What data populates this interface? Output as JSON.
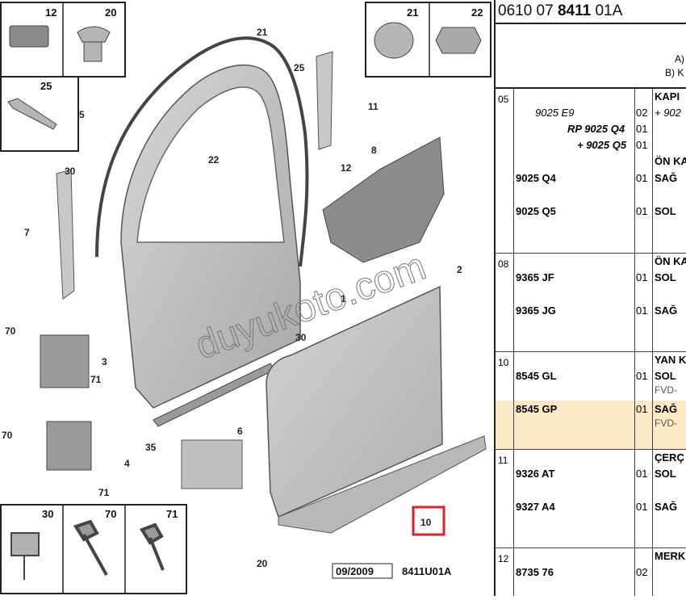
{
  "doc_ref": {
    "prefix": "0610 07",
    "bold": "8411",
    "suffix": "01A"
  },
  "legend": {
    "a": "A)",
    "b": "B) K"
  },
  "watermark": "duyukoto.com",
  "diagram": {
    "date_code": "09/2009",
    "drawing_code": "8411U01A",
    "highlighted_callout": "10",
    "callouts": [
      "21",
      "25",
      "5",
      "11",
      "12",
      "8",
      "22",
      "30",
      "7",
      "2",
      "1",
      "70",
      "3",
      "71",
      "30",
      "6",
      "70",
      "4",
      "71",
      "35",
      "10",
      "20"
    ],
    "inset_numbers": [
      "12",
      "20",
      "25",
      "21",
      "22",
      "30",
      "70",
      "71"
    ]
  },
  "table": {
    "groups": [
      {
        "code": "05",
        "rows": [
          {
            "ref": "9025 E9",
            "qty": "02",
            "desc": "KAPI",
            "desc2": "+ 902"
          },
          {
            "ref": "RP 9025 Q4",
            "qty": "01"
          },
          {
            "ref": "+ 9025 Q5",
            "qty": "01",
            "desc": "ÖN KA"
          },
          {
            "ref": "9025 Q4",
            "qty": "01",
            "desc": "SAĞ"
          },
          {
            "ref": "9025 Q5",
            "qty": "01",
            "desc": "SOL"
          }
        ]
      },
      {
        "code": "08",
        "rows": [
          {
            "desc": "ÖN KA"
          },
          {
            "ref": "9365 JF",
            "qty": "01",
            "desc": "SOL"
          },
          {
            "ref": "9365 JG",
            "qty": "01",
            "desc": "SAĞ"
          }
        ]
      },
      {
        "code": "10",
        "rows": [
          {
            "desc": "YAN K"
          },
          {
            "ref": "8545 GL",
            "qty": "01",
            "desc": "SOL",
            "sub": "FVD-"
          },
          {
            "ref": "8545 GP",
            "qty": "01",
            "desc": "SAĞ",
            "sub": "FVD-"
          }
        ]
      },
      {
        "code": "11",
        "rows": [
          {
            "desc": "ÇERÇ"
          },
          {
            "ref": "9326 AT",
            "qty": "01",
            "desc": "SOL"
          },
          {
            "ref": "9327 A4",
            "qty": "01",
            "desc": "SAĞ"
          }
        ]
      },
      {
        "code": "12",
        "rows": [
          {
            "desc": "MERK"
          },
          {
            "ref": "8735 76",
            "qty": "02"
          }
        ]
      }
    ]
  },
  "colors": {
    "highlight_row": "#fde9c6",
    "highlight_box": "#e0202a",
    "part_gray": "#c4c4c4",
    "part_dark": "#6a6a6a"
  }
}
